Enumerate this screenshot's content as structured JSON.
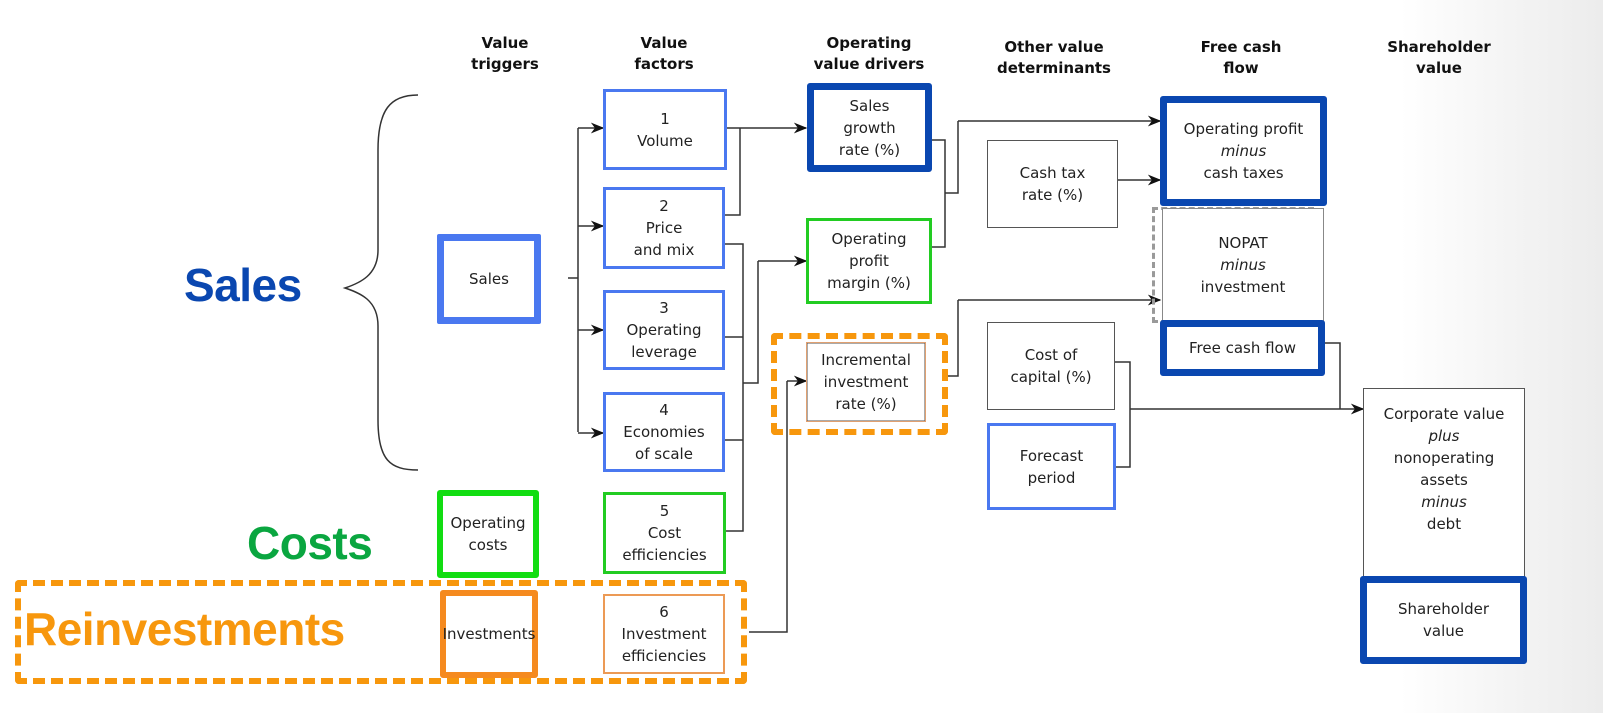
{
  "colors": {
    "sales": "#0a47b0",
    "costs": "#0aa640",
    "reinvest": "#f7970d",
    "blue_box": "#4a78f0",
    "navy_box": "#0a47b0",
    "green_box": "#22cc22",
    "orange_box": "#f58a1f",
    "grey_dash": "#9a9a9a"
  },
  "column_headers": [
    {
      "line1": "Value",
      "line2": "triggers"
    },
    {
      "line1": "Value",
      "line2": "factors"
    },
    {
      "line1": "Operating",
      "line2": "value drivers"
    },
    {
      "line1": "Other value",
      "line2": "determinants"
    },
    {
      "line1": "Free cash",
      "line2": "flow"
    },
    {
      "line1": "Shareholder",
      "line2": "value"
    }
  ],
  "category_labels": {
    "sales": "Sales",
    "costs": "Costs",
    "reinvestments": "Reinvestments"
  },
  "triggers": {
    "sales": "Sales",
    "operating_costs": [
      "Operating",
      "costs"
    ],
    "investments": "Investments"
  },
  "factors": [
    {
      "num": "1",
      "lines": [
        "Volume"
      ]
    },
    {
      "num": "2",
      "lines": [
        "Price",
        "and mix"
      ]
    },
    {
      "num": "3",
      "lines": [
        "Operating",
        "leverage"
      ]
    },
    {
      "num": "4",
      "lines": [
        "Economies",
        "of scale"
      ]
    },
    {
      "num": "5",
      "lines": [
        "Cost",
        "efficiencies"
      ]
    },
    {
      "num": "6",
      "lines": [
        "Investment",
        "efficiencies"
      ]
    }
  ],
  "drivers": {
    "sales_growth": [
      "Sales",
      "growth",
      "rate (%)"
    ],
    "op_margin": [
      "Operating",
      "profit",
      "margin (%)"
    ],
    "incr_invest": [
      "Incremental",
      "investment",
      "rate (%)"
    ]
  },
  "determinants": {
    "cash_tax": [
      "Cash tax",
      "rate (%)"
    ],
    "cost_capital": [
      "Cost of",
      "capital (%)"
    ],
    "forecast": [
      "Forecast",
      "period"
    ]
  },
  "fcf": {
    "op_profit": {
      "l1": "Operating profit",
      "l2": "minus",
      "l3": "cash taxes"
    },
    "nopat": {
      "l1": "NOPAT",
      "l2": "minus",
      "l3": "investment"
    },
    "fcf": "Free cash flow"
  },
  "shareholder": {
    "corp": {
      "l1": "Corporate value",
      "l2": "plus",
      "l3": "nonoperating",
      "l4": "assets",
      "l5": "minus",
      "l6": "debt"
    },
    "sv": [
      "Shareholder",
      "value"
    ]
  }
}
